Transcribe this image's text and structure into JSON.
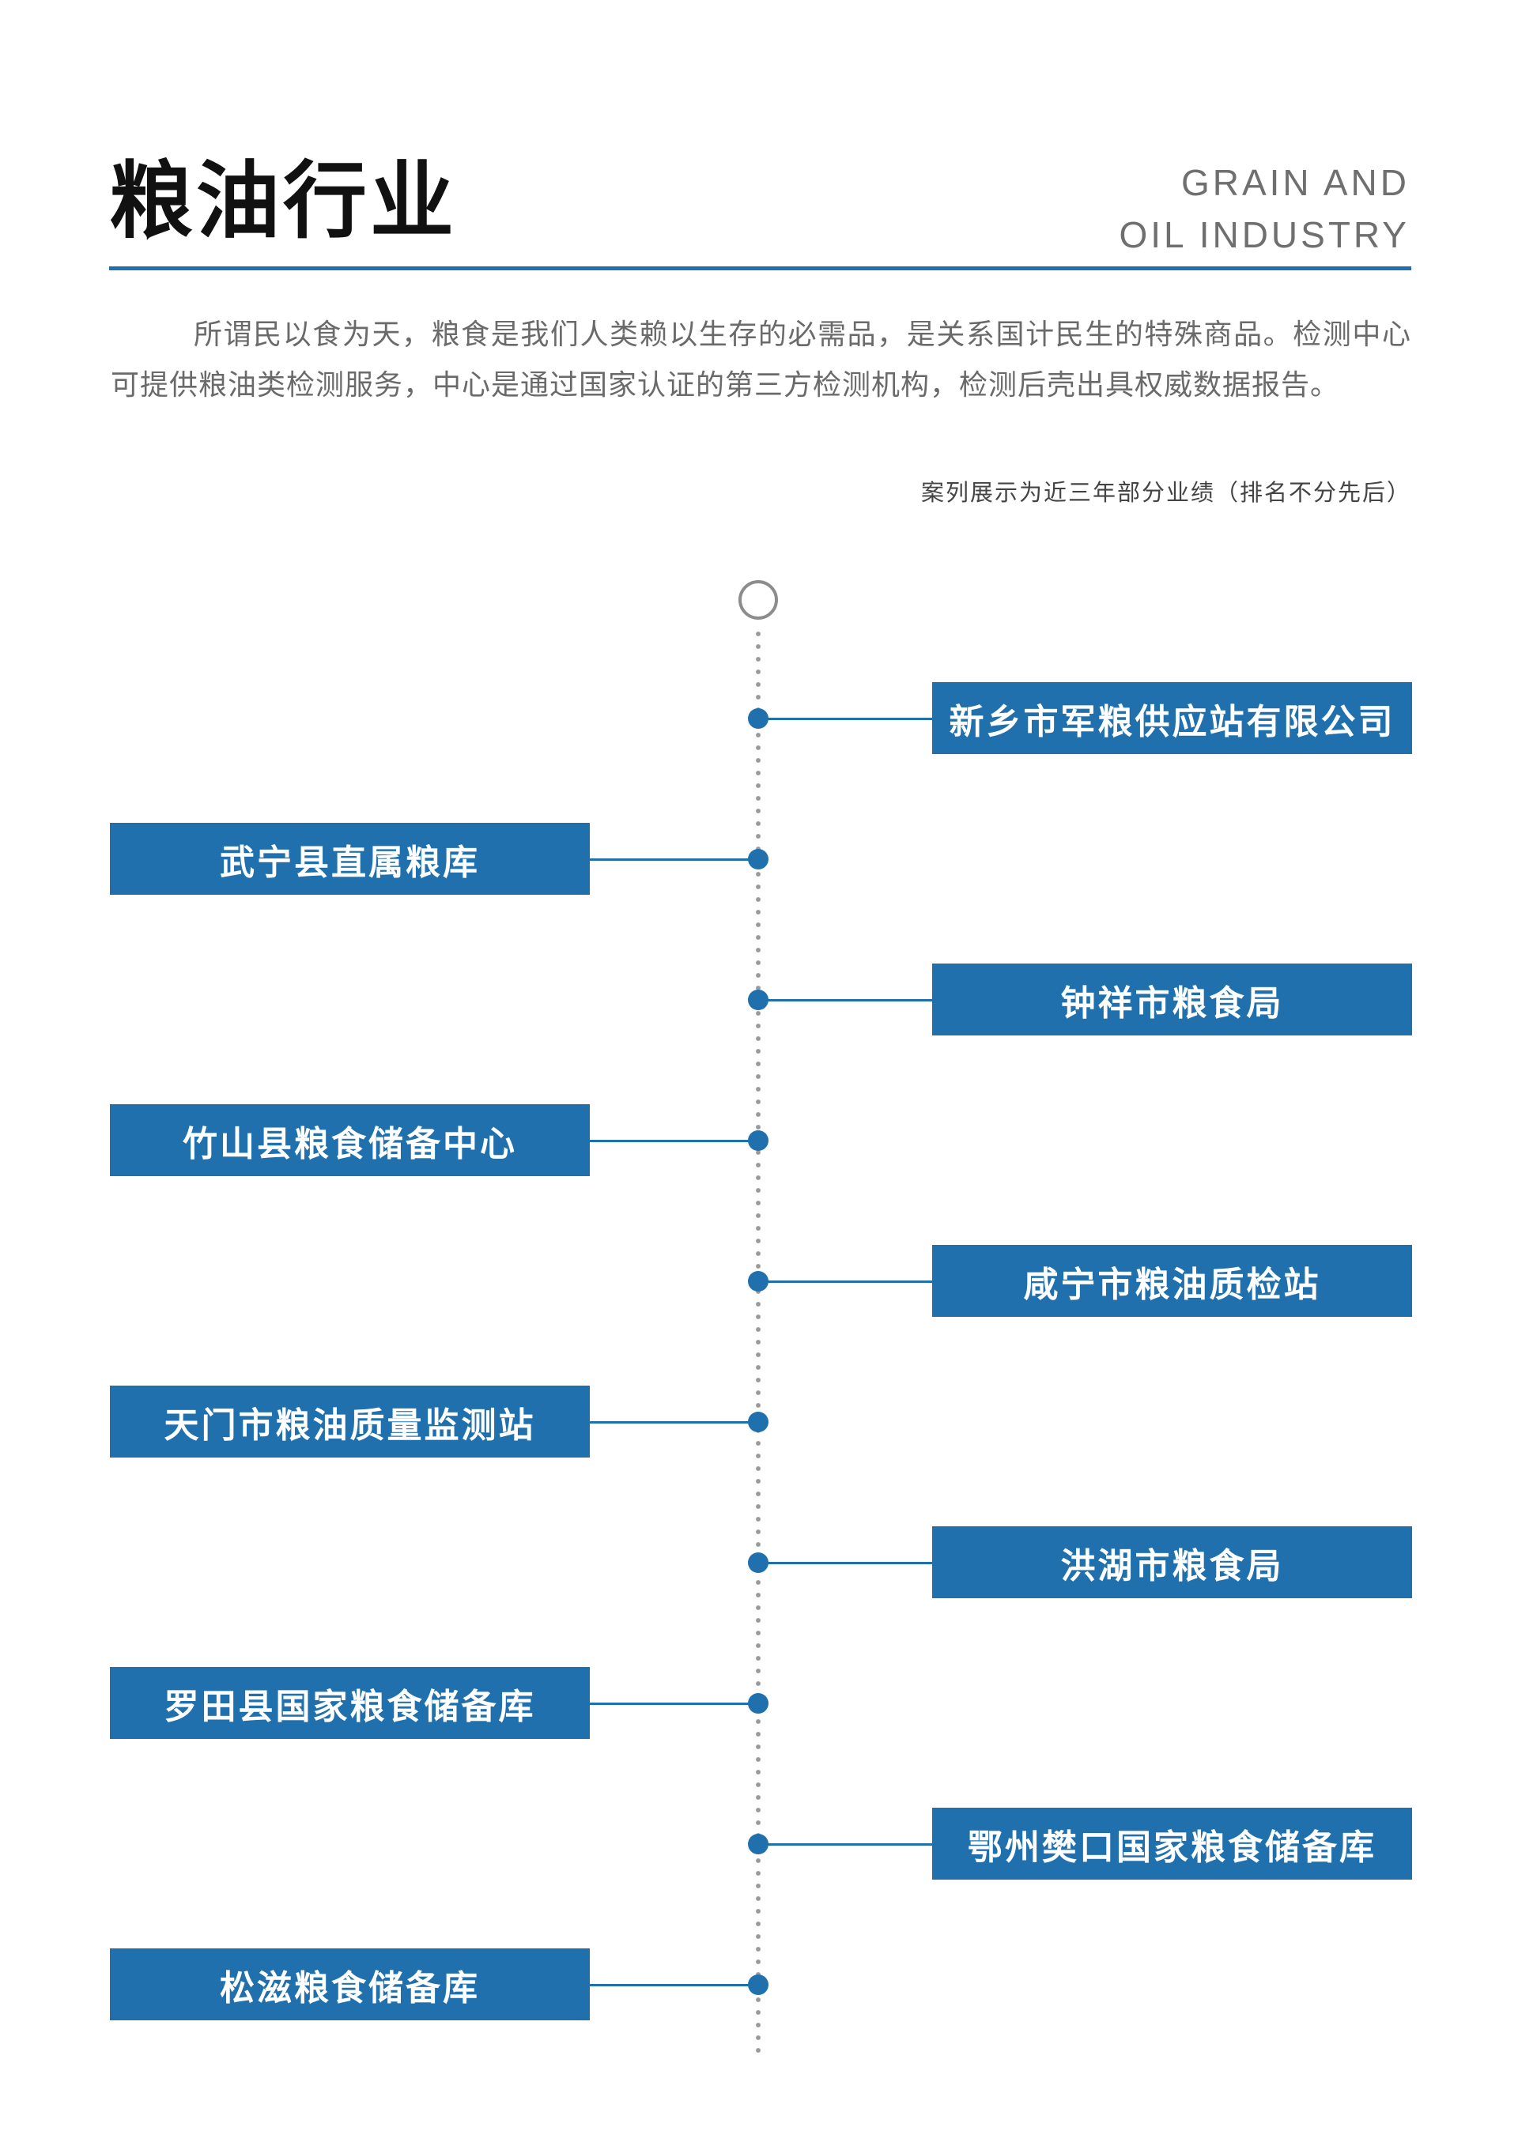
{
  "header": {
    "title": "粮油行业",
    "subtitle_line1": "GRAIN AND",
    "subtitle_line2": "OIL INDUSTRY"
  },
  "intro": "所谓民以食为天，粮食是我们人类赖以生存的必需品，是关系国计民生的特殊商品。检测中心可提供粮油类检测服务，中心是通过国家认证的第三方检测机构，检测后壳出具权威数据报告。",
  "note": "案列展示为近三年部分业绩（排名不分先后）",
  "colors": {
    "accent": "#1f70ad",
    "title": "#111111",
    "body_text": "#6a6a6a"
  },
  "timeline": {
    "items": [
      {
        "label": "新乡市军粮供应站有限公司",
        "side": "right"
      },
      {
        "label": "武宁县直属粮库",
        "side": "left"
      },
      {
        "label": "钟祥市粮食局",
        "side": "right"
      },
      {
        "label": "竹山县粮食储备中心",
        "side": "left"
      },
      {
        "label": "咸宁市粮油质检站",
        "side": "right"
      },
      {
        "label": "天门市粮油质量监测站",
        "side": "left"
      },
      {
        "label": "洪湖市粮食局",
        "side": "right"
      },
      {
        "label": "罗田县国家粮食储备库",
        "side": "left"
      },
      {
        "label": "鄂州樊口国家粮食储备库",
        "side": "right"
      },
      {
        "label": "松滋粮食储备库",
        "side": "left"
      }
    ]
  }
}
